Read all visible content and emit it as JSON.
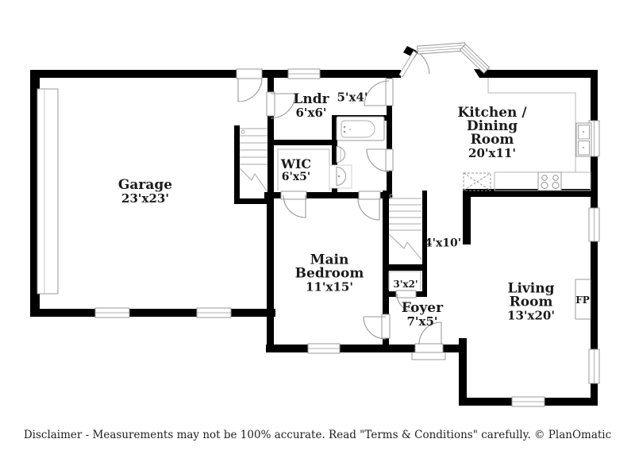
{
  "plan": {
    "rooms": {
      "garage": {
        "name": "Garage",
        "dims": "23'x23'"
      },
      "laundry": {
        "name": "Lndr",
        "dims": "6'x6'"
      },
      "bathroom": {
        "dims": "5'x4'"
      },
      "wic": {
        "name": "WIC",
        "dims": "6'x5'"
      },
      "kitchen": {
        "name_lines": [
          "Kitchen /",
          "Dining",
          "Room"
        ],
        "dims": "20'x11'"
      },
      "main_bedroom": {
        "name_lines": [
          "Main",
          "Bedroom"
        ],
        "dims": "11'x15'"
      },
      "stairs": {
        "dims": "4'x10'"
      },
      "closet": {
        "dims": "3'x2'"
      },
      "foyer": {
        "name": "Foyer",
        "dims": "7'x5'"
      },
      "living_room": {
        "name_lines": [
          "Living",
          "Room"
        ],
        "dims": "13'x20'"
      },
      "fireplace": {
        "label": "FP"
      }
    },
    "colors": {
      "walls": "#000000",
      "fixtures": "#999999",
      "text": "#1b1b1b",
      "background": "#ffffff"
    }
  },
  "footer": {
    "disclaimer": "Disclaimer - Measurements may not be 100% accurate. Read \"Terms & Conditions\" carefully. © PlanOmatic"
  }
}
